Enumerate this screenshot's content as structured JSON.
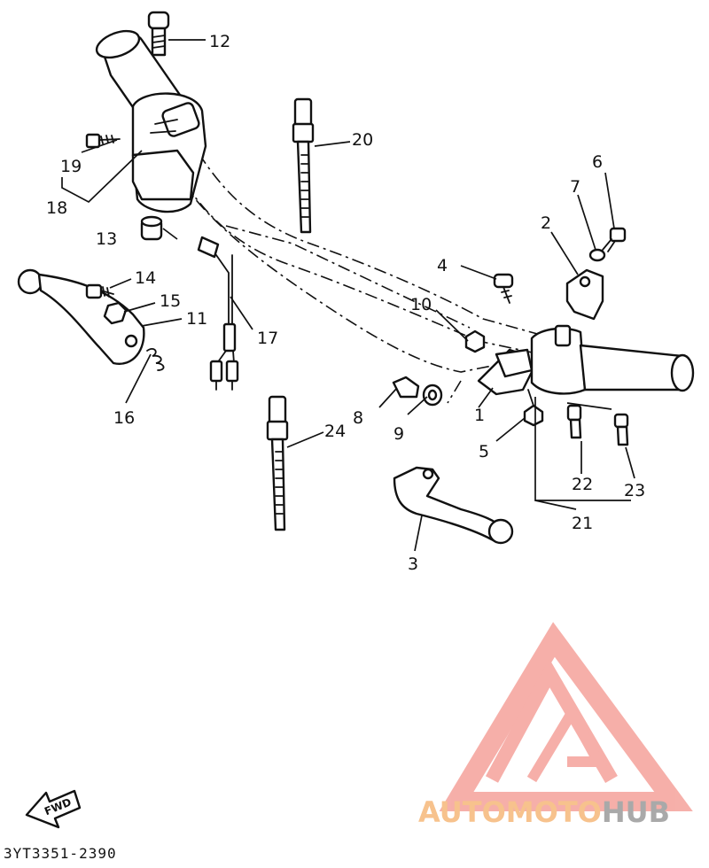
{
  "diagram": {
    "callouts": [
      {
        "id": "1",
        "label": "1"
      },
      {
        "id": "2",
        "label": "2"
      },
      {
        "id": "3",
        "label": "3"
      },
      {
        "id": "4",
        "label": "4"
      },
      {
        "id": "5",
        "label": "5"
      },
      {
        "id": "6",
        "label": "6"
      },
      {
        "id": "7",
        "label": "7"
      },
      {
        "id": "8",
        "label": "8"
      },
      {
        "id": "9",
        "label": "9"
      },
      {
        "id": "10",
        "label": "10"
      },
      {
        "id": "11",
        "label": "11"
      },
      {
        "id": "12",
        "label": "12"
      },
      {
        "id": "13",
        "label": "13"
      },
      {
        "id": "14",
        "label": "14"
      },
      {
        "id": "15",
        "label": "15"
      },
      {
        "id": "16",
        "label": "16"
      },
      {
        "id": "17",
        "label": "17"
      },
      {
        "id": "18",
        "label": "18"
      },
      {
        "id": "19",
        "label": "19"
      },
      {
        "id": "20",
        "label": "20"
      },
      {
        "id": "21",
        "label": "21"
      },
      {
        "id": "22",
        "label": "22"
      },
      {
        "id": "23",
        "label": "23"
      },
      {
        "id": "24",
        "label": "24"
      }
    ],
    "fwd_label": "FWD",
    "drawing_code": "3YT3351-2390"
  },
  "watermark": {
    "brand_part1": "AUTOMOTO",
    "brand_part2": "HUB",
    "colors": {
      "logo": "#f28b82",
      "part1": "#f9c99a",
      "part2": "#aeaeae"
    }
  }
}
